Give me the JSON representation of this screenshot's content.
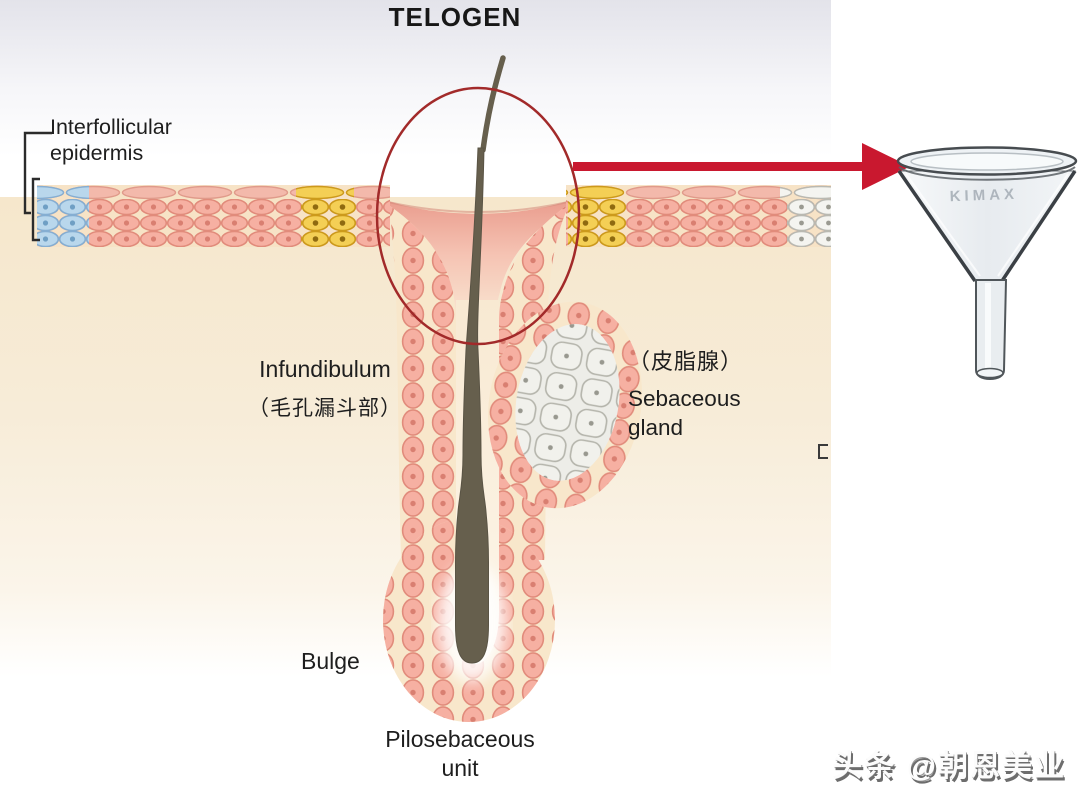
{
  "title": "TELOGEN",
  "labels": {
    "interfollicular": "Interfollicular epidermis",
    "infundibulum_en": "Infundibulum",
    "infundibulum_zh": "（毛孔漏斗部）",
    "sebaceous_zh": "（皮脂腺）",
    "sebaceous_en1": "Sebaceous",
    "sebaceous_en2": "gland",
    "bulge": "Bulge",
    "pilosebaceous1": "Pilosebaceous",
    "pilosebaceous2": "unit"
  },
  "funnel": {
    "brand": "KIMAX"
  },
  "watermark": "头条 @朝恩美业",
  "colors": {
    "cell_pink": "#f6b0a2",
    "cell_blue": "#b9d7ec",
    "cell_yellow": "#f4cf55",
    "cell_white": "#f4f4f0",
    "gland_cell": "#f1f1ec",
    "hair": "#665f4d",
    "dermis": "#f6e7cc",
    "arrow_red": "#c9182f",
    "circle_red": "#a22a2a"
  }
}
